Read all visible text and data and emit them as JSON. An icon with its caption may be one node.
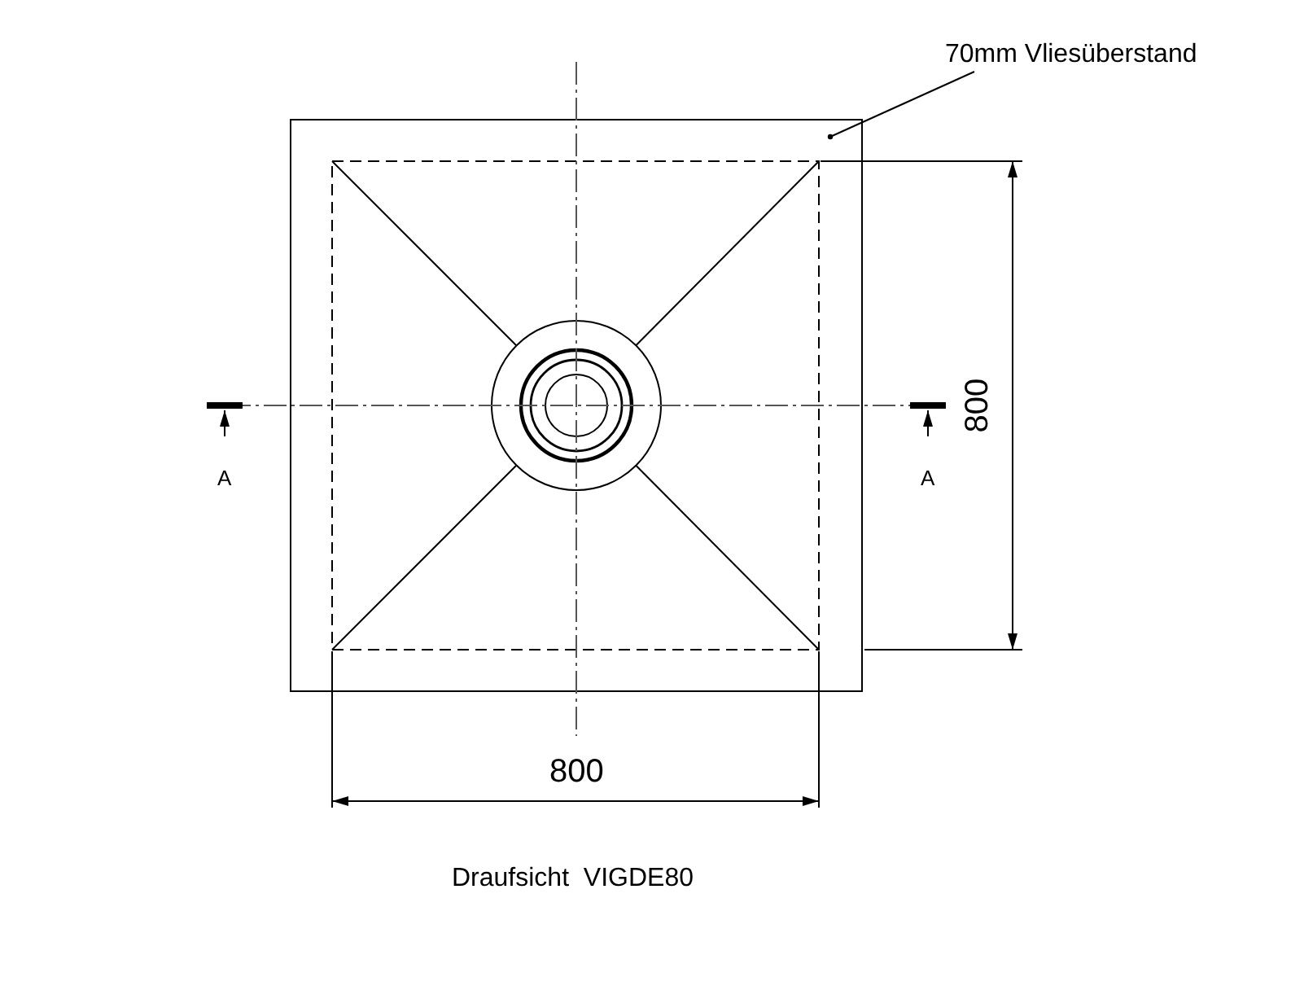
{
  "diagram": {
    "caption": "Draufsicht  VIGDE80",
    "nodes": [
      {
        "text": [
          "70mm Vliesüberstand"
        ]
      },
      {
        "text": [],
        "shape": "box"
      }
    ],
    "edges": [
      {
        "from": 0,
        "to": 1,
        "arrow": "other"
      }
    ],
    "labels": [
      "800",
      "800",
      "A",
      "A"
    ]
  }
}
